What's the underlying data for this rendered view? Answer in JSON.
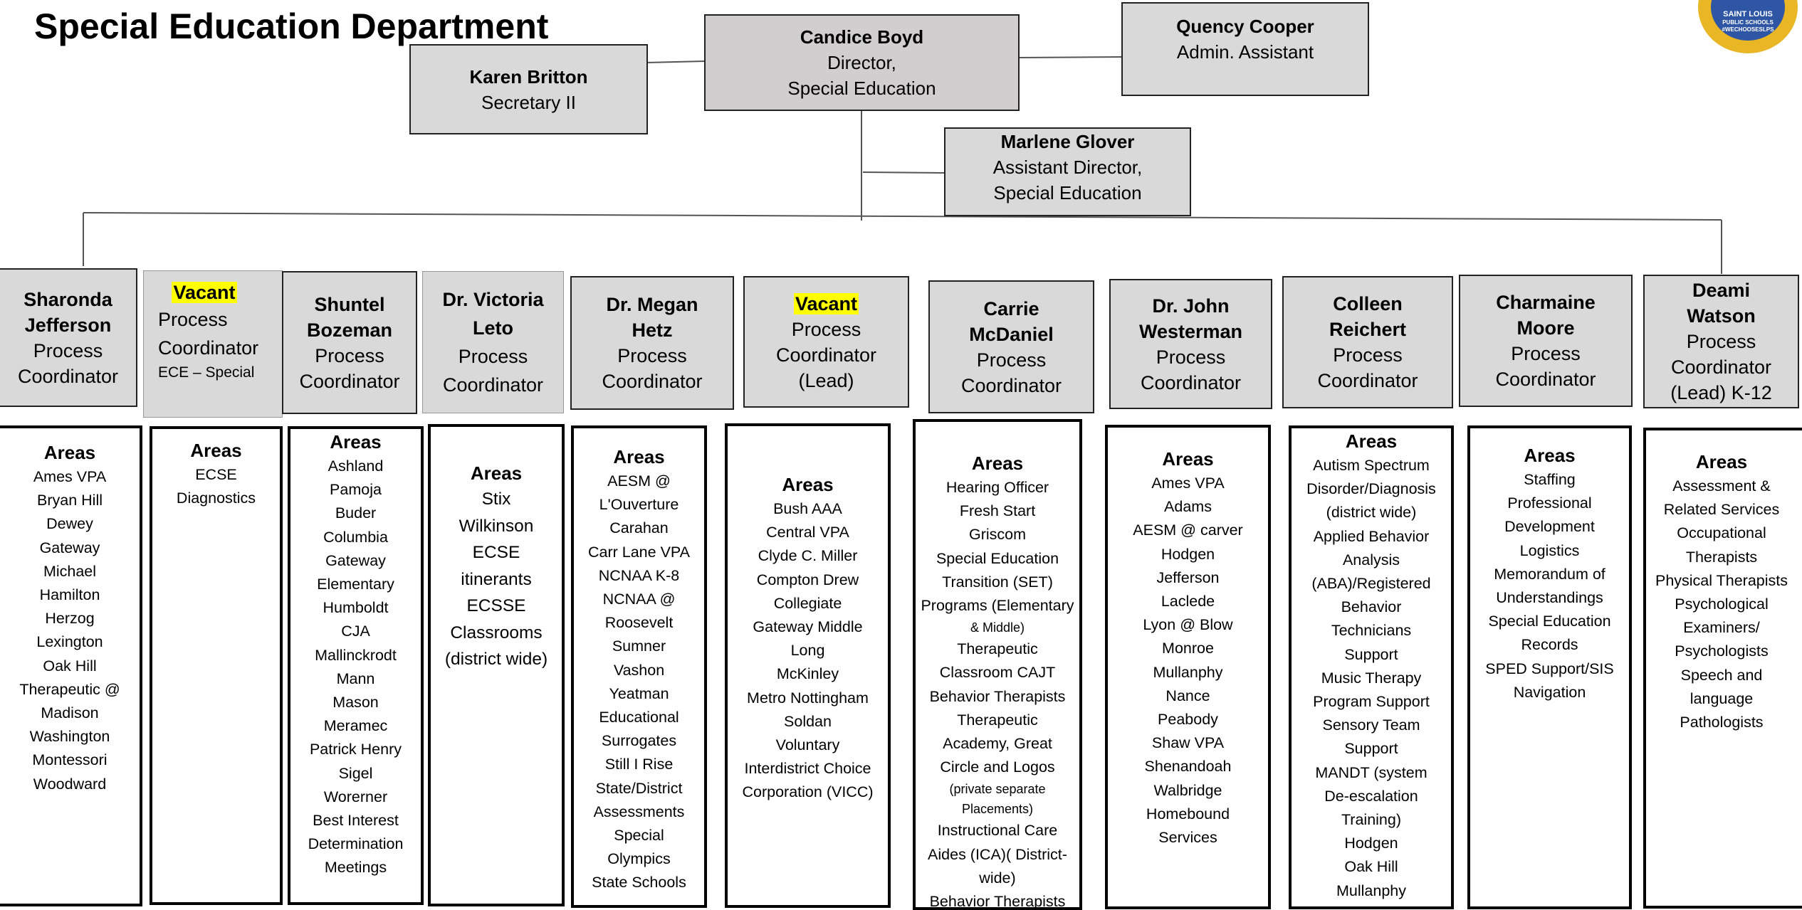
{
  "title": "Special Education Department",
  "logo": {
    "line1": "SAINT LOUIS",
    "line2": "PUBLIC SCHOOLS",
    "line3": "#WECHOOSESLPS"
  },
  "director": {
    "name": "Candice Boyd",
    "role1": "Director,",
    "role2": "Special Education"
  },
  "secretary": {
    "name": "Karen Britton",
    "role": "Secretary II"
  },
  "admin": {
    "name": "Quency Cooper",
    "role": "Admin. Assistant"
  },
  "assistant": {
    "name": "Marlene Glover",
    "role1": "Assistant Director,",
    "role2": "Special Education"
  },
  "coordinators": [
    {
      "name1": "Sharonda",
      "name2": "Jefferson",
      "role1": "Process",
      "role2": "Coordinator"
    },
    {
      "vacant": "Vacant",
      "role1": "Process",
      "role2": "Coordinator",
      "role3": "ECE – Special"
    },
    {
      "name1": "Shuntel",
      "name2": "Bozeman",
      "role1": "Process",
      "role2": "Coordinator"
    },
    {
      "name1": "Dr. Victoria",
      "name2": "Leto",
      "role1": "Process",
      "role2": "Coordinator"
    },
    {
      "name1": "Dr. Megan",
      "name2": "Hetz",
      "role1": "Process",
      "role2": "Coordinator"
    },
    {
      "vacant": "Vacant",
      "role1": "Process",
      "role2": "Coordinator",
      "role3": "(Lead)"
    },
    {
      "name1": "Carrie",
      "name2": "McDaniel",
      "role1": "Process",
      "role2": "Coordinator"
    },
    {
      "name1": "Dr. John",
      "name2": "Westerman",
      "role1": "Process",
      "role2": "Coordinator"
    },
    {
      "name1": "Colleen",
      "name2": "Reichert",
      "role1": "Process",
      "role2": "Coordinator"
    },
    {
      "name1": "Charmaine",
      "name2": "Moore",
      "role1": "Process",
      "role2": "Coordinator"
    },
    {
      "name1": "Deami",
      "name2": "Watson",
      "role1": "Process",
      "role2": "Coordinator",
      "role3": "(Lead) K-12"
    }
  ],
  "areas_heading": "Areas",
  "areas": [
    [
      "Ames VPA",
      "Bryan Hill",
      "Dewey",
      "Gateway",
      "Michael",
      "Hamilton",
      "Herzog",
      "Lexington",
      "Oak Hill",
      "Therapeutic @",
      "Madison",
      "Washington",
      "Montessori",
      "Woodward"
    ],
    [
      "ECSE",
      "Diagnostics"
    ],
    [
      "Ashland",
      "Pamoja",
      "Buder",
      "Columbia",
      "Gateway",
      "Elementary",
      "Humboldt",
      "CJA",
      "Mallinckrodt",
      "Mann",
      "Mason",
      "Meramec",
      "Patrick Henry",
      "Sigel",
      "Worerner",
      "Best Interest",
      "Determination",
      "Meetings"
    ],
    [
      "Stix",
      "Wilkinson",
      "ECSE",
      "itinerants",
      "ECSSE",
      "Classrooms",
      "(district wide)"
    ],
    [
      "AESM @",
      "L'Ouverture",
      "Carahan",
      "Carr Lane VPA",
      "NCNAA K-8",
      "NCNAA @",
      "Roosevelt",
      "Sumner",
      "Vashon",
      "Yeatman",
      "Educational",
      "Surrogates",
      "Still I Rise",
      "State/District",
      "Assessments",
      "Special",
      "Olympics",
      "State Schools"
    ],
    [
      "Bush AAA",
      "Central VPA",
      "Clyde C. Miller",
      "Compton Drew",
      "Collegiate",
      "Gateway Middle",
      "Long",
      "McKinley",
      "Metro Nottingham",
      "Soldan",
      "Voluntary",
      "Interdistrict Choice",
      "Corporation (VICC)"
    ],
    [
      "Hearing Officer",
      "Fresh Start",
      "Griscom",
      "Special Education",
      "Transition (SET)",
      "Programs (Elementary",
      "& Middle)",
      "Therapeutic",
      "Classroom CAJT",
      "Behavior Therapists",
      "Therapeutic",
      "Academy, Great",
      "Circle and Logos",
      "(private separate",
      "Placements)",
      "Instructional Care",
      "Aides (ICA)( District-",
      "wide)",
      "Behavior Therapists"
    ],
    [
      "Ames VPA",
      "Adams",
      "AESM @ carver",
      "Hodgen",
      "Jefferson",
      "Laclede",
      "Lyon @ Blow",
      "Monroe",
      "Mullanphy",
      "Nance",
      "Peabody",
      "Shaw VPA",
      "Shenandoah",
      "Walbridge",
      "Homebound",
      "Services"
    ],
    [
      "Autism Spectrum",
      "Disorder/Diagnosis",
      "(district wide)",
      "Applied Behavior",
      "Analysis",
      "(ABA)/Registered",
      "Behavior",
      "Technicians",
      "Support",
      "Music Therapy",
      "Program Support",
      "Sensory Team",
      "Support",
      "MANDT (system",
      "De-escalation",
      "Training)",
      "Hodgen",
      "Oak Hill",
      "Mullanphy"
    ],
    [
      "Staffing",
      "Professional",
      "Development",
      "Logistics",
      "Memorandum of",
      "Understandings",
      "Special Education",
      "Records",
      "SPED Support/SIS",
      "Navigation"
    ],
    [
      "Assessment &",
      "Related Services",
      "Occupational",
      "Therapists",
      "Physical Therapists",
      "Psychological",
      "Examiners/",
      "Psychologists",
      "Speech and",
      "language",
      "Pathologists"
    ]
  ]
}
